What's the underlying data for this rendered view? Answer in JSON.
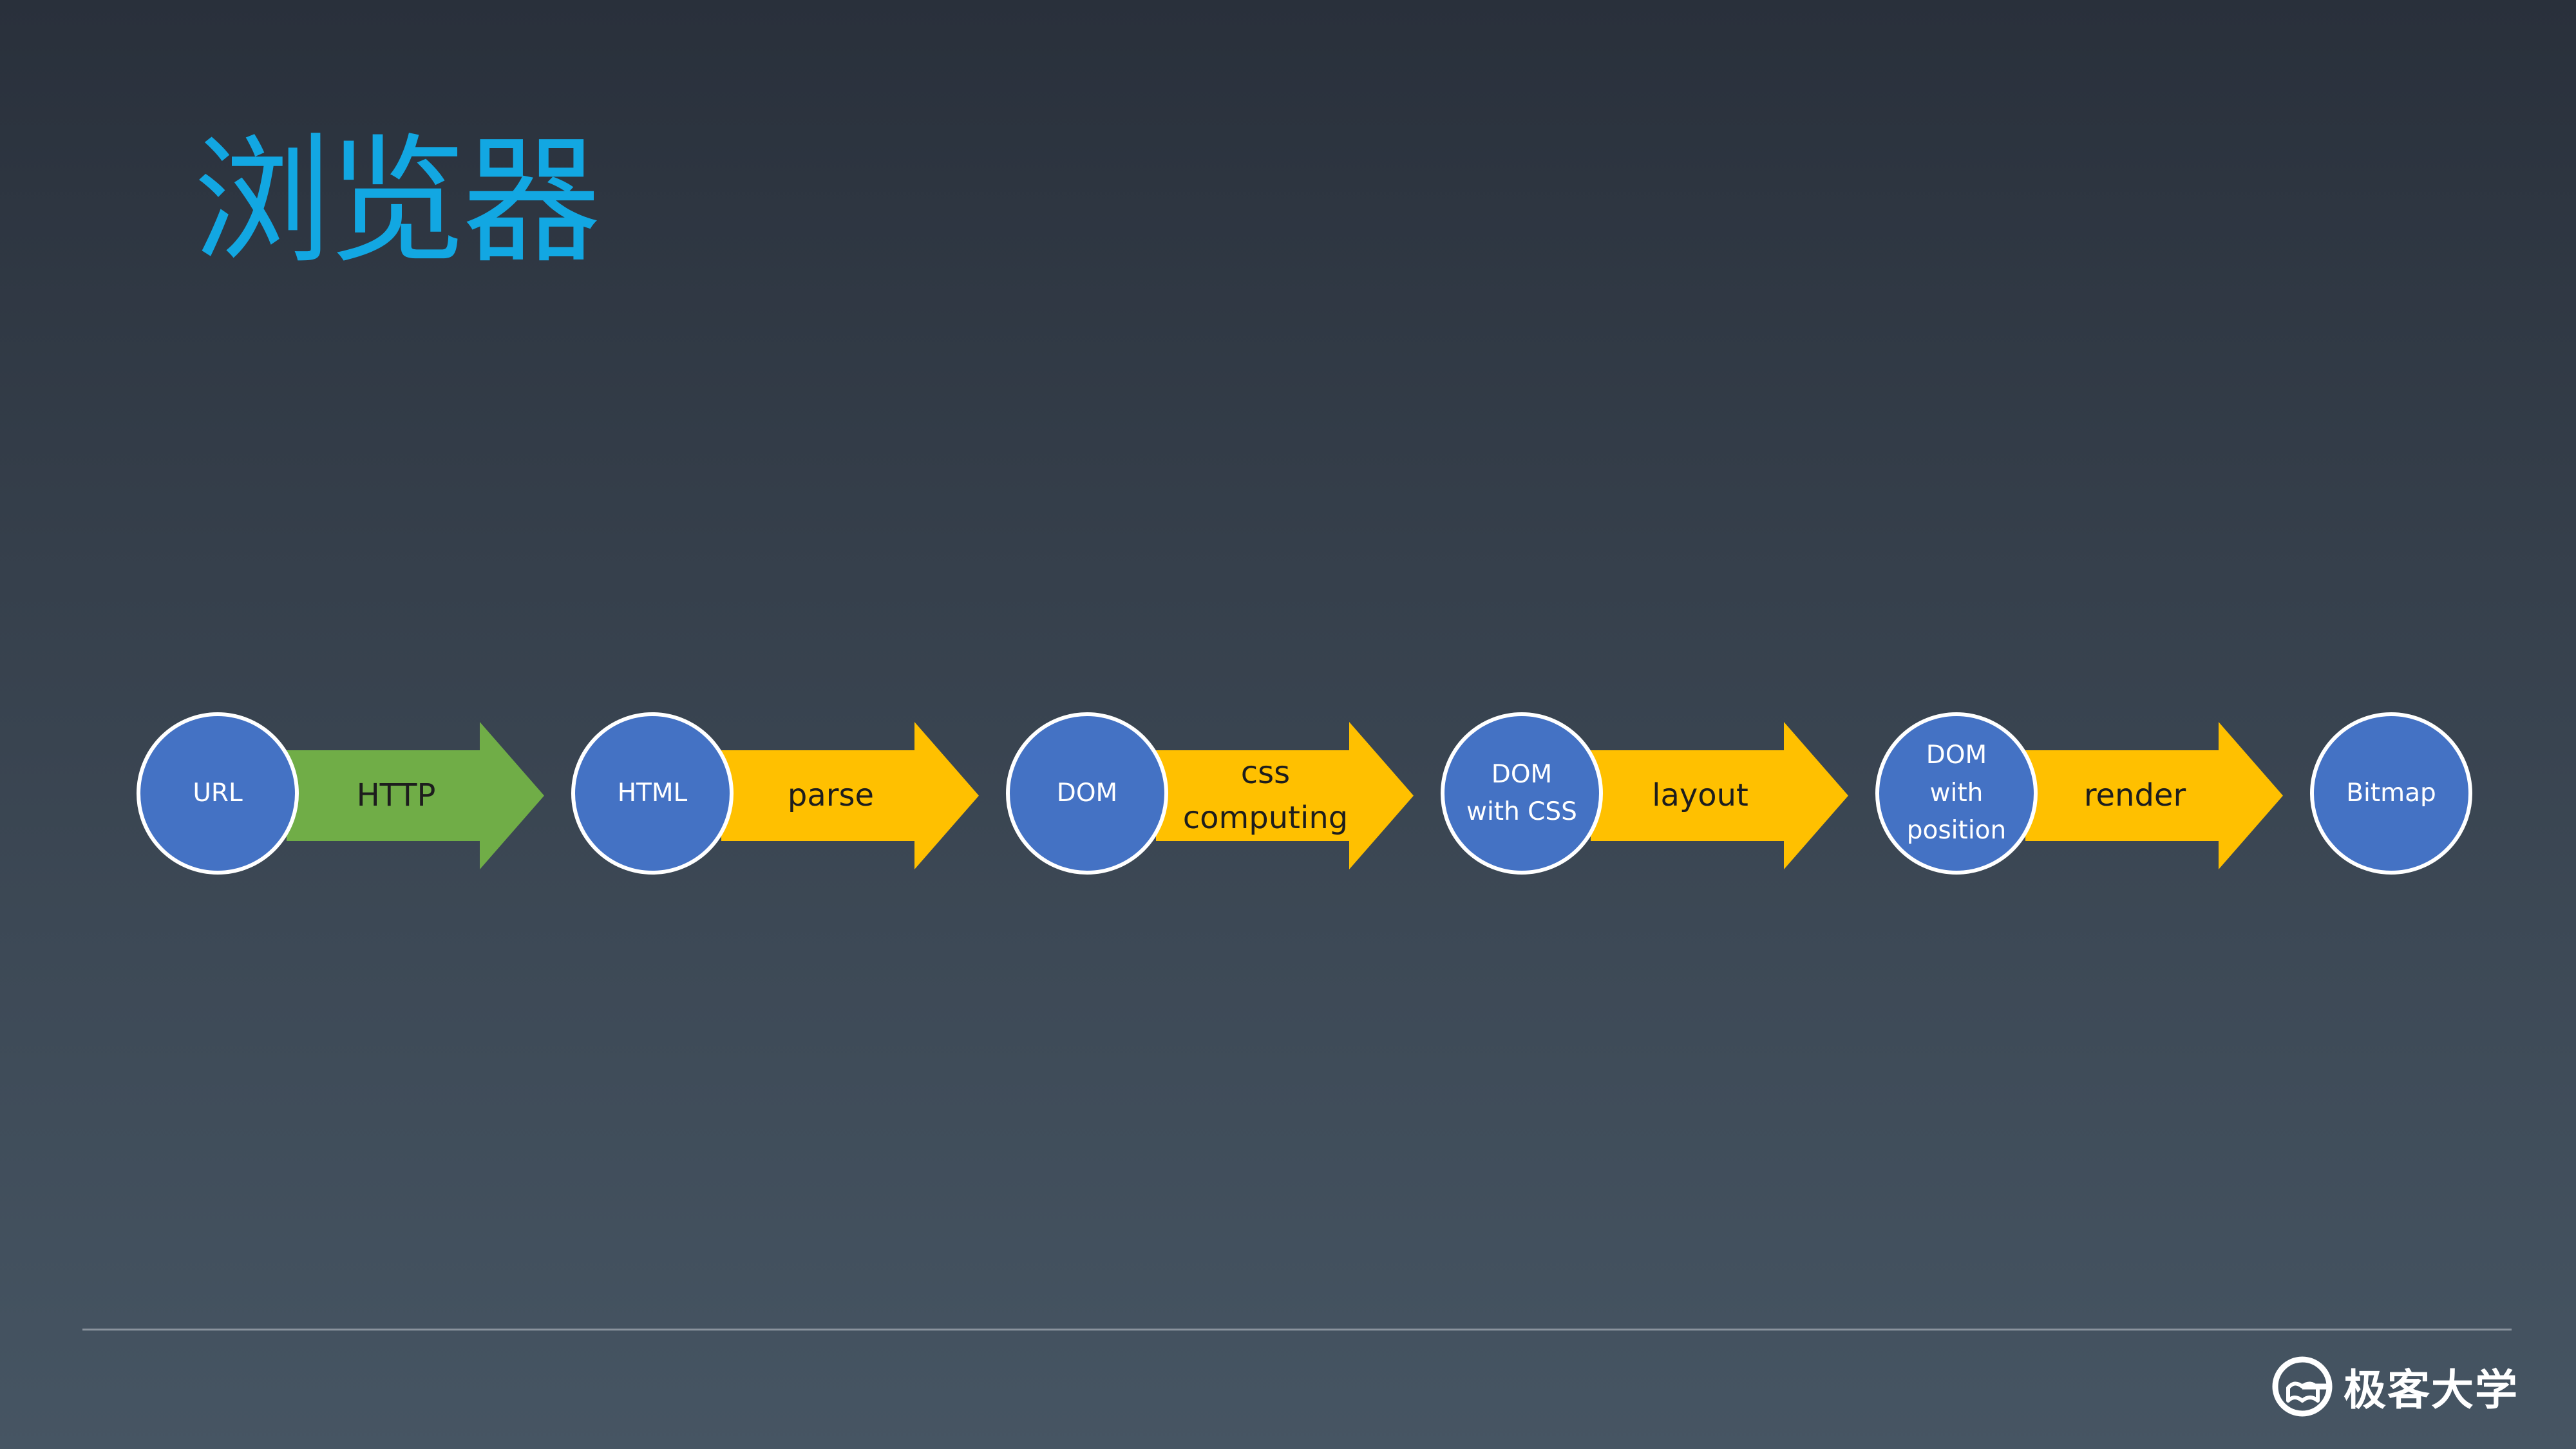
{
  "slide": {
    "title": "浏览器"
  },
  "pipeline": {
    "nodes": [
      {
        "label": "URL"
      },
      {
        "label": "HTML"
      },
      {
        "label": "DOM"
      },
      {
        "label": "DOM\nwith CSS"
      },
      {
        "label": "DOM\nwith\nposition"
      },
      {
        "label": "Bitmap"
      }
    ],
    "arrows": [
      {
        "label": "HTTP",
        "color": "#70ad47"
      },
      {
        "label": "parse",
        "color": "#ffc000"
      },
      {
        "label": "css\ncomputing",
        "color": "#ffc000"
      },
      {
        "label": "layout",
        "color": "#ffc000"
      },
      {
        "label": "render",
        "color": "#ffc000"
      }
    ],
    "colors": {
      "node_fill": "#4472c4",
      "node_border": "#ffffff",
      "title": "#12a7e2"
    }
  },
  "footer": {
    "brand": "极客大学",
    "logo_icon": "geek-university-logo-icon"
  }
}
